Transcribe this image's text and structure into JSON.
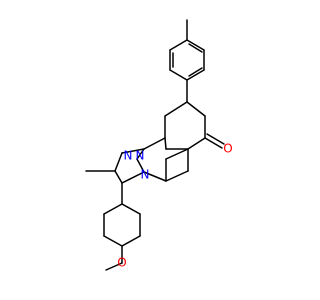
{
  "structure": {
    "bond_color": "#000000",
    "background_color": "#ffffff",
    "atoms": [
      {
        "symbol": "N",
        "color": "#0000FF"
      },
      {
        "symbol": "N",
        "color": "#0000FF"
      },
      {
        "symbol": "N",
        "color": "#0000FF"
      },
      {
        "symbol": "O",
        "color": "#FF0000"
      },
      {
        "symbol": "O",
        "color": "#FF0000"
      }
    ]
  }
}
